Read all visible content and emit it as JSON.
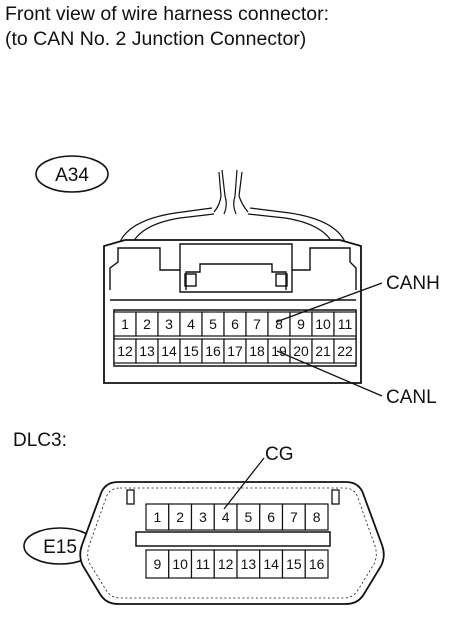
{
  "header": {
    "line1": "Front view of wire harness connector:",
    "line2": "(to CAN No. 2 Junction Connector)"
  },
  "connector_a": {
    "tag": "A34",
    "row1": [
      "1",
      "2",
      "3",
      "4",
      "5",
      "6",
      "7",
      "8",
      "9",
      "10",
      "11"
    ],
    "row2": [
      "12",
      "13",
      "14",
      "15",
      "16",
      "17",
      "18",
      "19",
      "20",
      "21",
      "22"
    ],
    "canh_label": "CANH",
    "canl_label": "CANL"
  },
  "dlc3": {
    "label": "DLC3:",
    "tag": "E15",
    "row1": [
      "1",
      "2",
      "3",
      "4",
      "5",
      "6",
      "7",
      "8"
    ],
    "row2": [
      "9",
      "10",
      "11",
      "12",
      "13",
      "14",
      "15",
      "16"
    ],
    "cg_label": "CG"
  }
}
